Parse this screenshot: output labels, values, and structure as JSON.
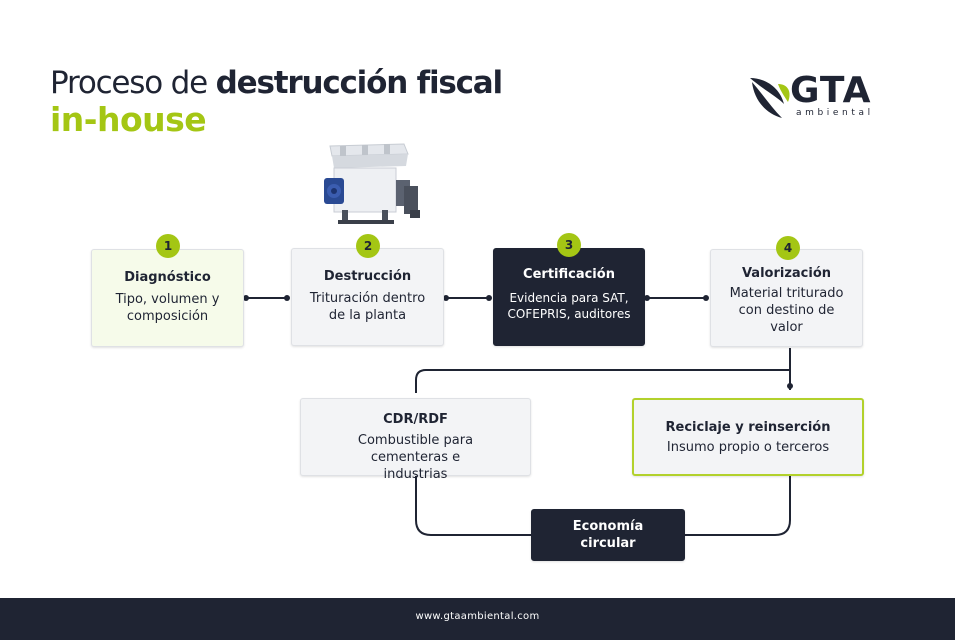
{
  "title": {
    "regular": "Proceso de ",
    "bold": "destrucción fiscal",
    "subtitle": "in-house"
  },
  "logo": {
    "name": "GTA",
    "sub": "ambiental"
  },
  "steps": [
    {
      "number": "1",
      "title": "Diagnóstico",
      "desc": "Tipo, volumen y composición"
    },
    {
      "number": "2",
      "title": "Destrucción",
      "desc": "Trituración dentro de la planta"
    },
    {
      "number": "3",
      "title": "Certificación",
      "desc": "Evidencia para SAT, COFEPRIS, auditores"
    },
    {
      "number": "4",
      "title": "Valorización",
      "desc": "Material triturado con destino de valor"
    }
  ],
  "outputs": [
    {
      "title": "CDR/RDF",
      "desc": "Combustible para cementeras e industrias"
    },
    {
      "title": "Reciclaje y reinserción",
      "desc": "Insumo propio o terceros"
    }
  ],
  "circular": {
    "label": "Economía circular"
  },
  "footer": {
    "url": "www.gtaambiental.com"
  },
  "colors": {
    "accent": "#a4c614",
    "dark": "#1f2433",
    "light_box": "#f3f4f6"
  },
  "icons": [
    "gta-logo-icon",
    "shredder-machine-image"
  ]
}
